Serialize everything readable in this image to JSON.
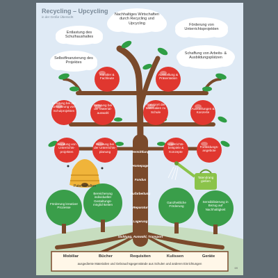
{
  "header": {
    "title": "Recycling – Upcycling",
    "subtitle": "in der Größe Übersicht"
  },
  "clouds": [
    "Nachhaltiges Wirtschaften durch Recycling und Upcycling",
    "Entlastung des Schulhaushaltes",
    "Förderung von Unterrichtsprojekten",
    "Selbstfinanzierung des Projektes",
    "Schaffung von Arbeits- & Ausbildungsplätzen"
  ],
  "apples": [
    "Künstler & Fachleute",
    "Ausstellung & Präsentation",
    "Beratung bei der Umsetzung von Schulprojekten",
    "Beratung bei der Material-auswahl",
    "Transport der Materialien zu Schule",
    "Ausstellungen & Konzerte",
    "Beratung von Unterrichts-projekten",
    "Beratung bei der Unterrichts-planung",
    "Unterrichts-beispiele & Konzepte",
    "Fortbildungs-angebote"
  ],
  "trunk_labels": [
    "Vermittlung",
    "Homepage",
    "Fundus",
    "Aufarbeitung",
    "Reparatur",
    "Lagerung"
  ],
  "hive_label": "Patenschaften",
  "can_label": "Tatendrang gießen",
  "bushes": [
    "Förderung kreativer Prozesse",
    "Bereicherung individueller Gestaltungs-möglichkeiten",
    "Ganzheitliche Förderung",
    "Sensibilisierung in Bezug auf Nachhaltigkeit"
  ],
  "root_label": "Sichtung, Auswahl, Transport",
  "base": {
    "items": [
      "Mobiliar",
      "Bücher",
      "Requisiten",
      "Kulissen",
      "Geräte"
    ],
    "footnote": "ausgediente Materialien und Gebrauchsgegenstände aus Schulen und anderen Einrichtungen"
  },
  "page_number": "69",
  "colors": {
    "background": "#dfeaf5",
    "trunk": "#7a4a2b",
    "apple": "#e0372f",
    "leaf": "#2f9e45",
    "base_fill": "#fff7e8"
  }
}
